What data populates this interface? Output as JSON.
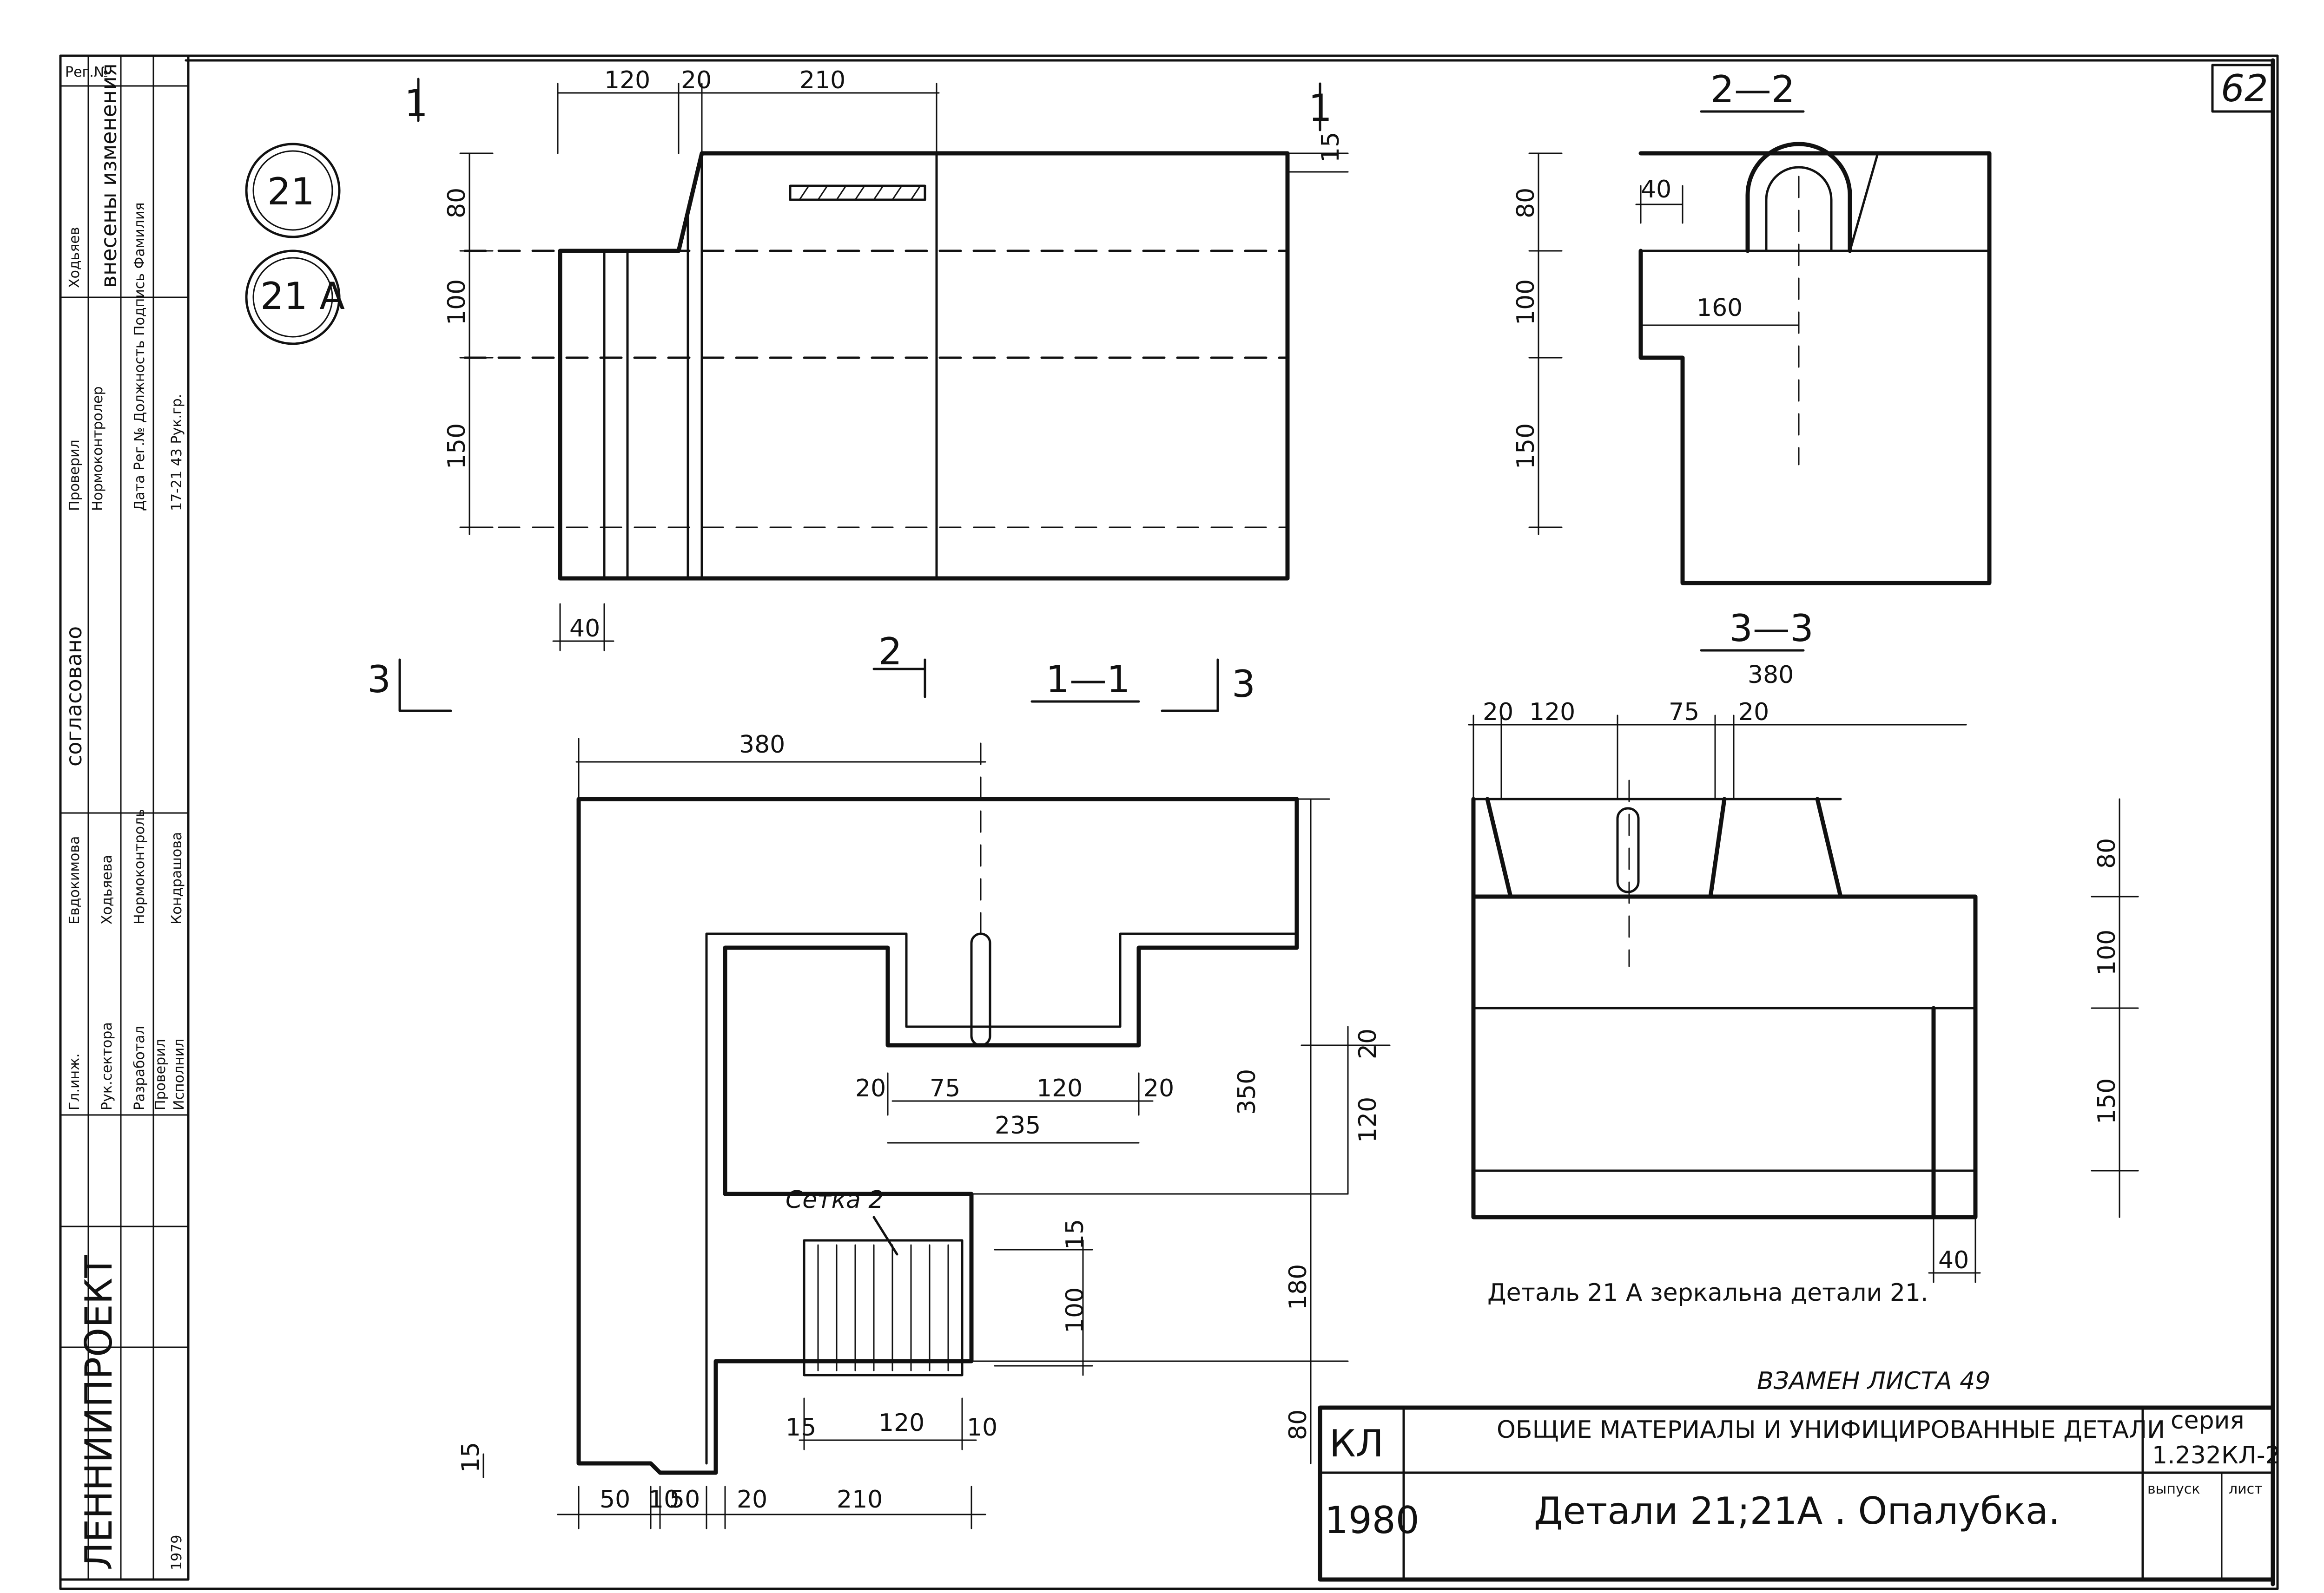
{
  "sheet": {
    "page_number": "62",
    "corner_label": "Рег.№",
    "replace_note": "ВЗАМЕН ЛИСТА 49"
  },
  "markers": [
    "21",
    "21 А"
  ],
  "views": {
    "main_left": {
      "cut_1": "1",
      "cut_1b": "1",
      "cut_2": "2",
      "cut_3_left": "3",
      "cut_3_right": "3",
      "section_label": "1—1"
    },
    "section_2_2": {
      "title": "2—2"
    },
    "section_3_3": {
      "title": "3—3",
      "caption": "Деталь 21 А зеркальна детали 21."
    }
  },
  "dimensions": {
    "top_left": [
      "120",
      "20",
      "210",
      "15",
      "80",
      "100",
      "150",
      "40"
    ],
    "section_2_2": [
      "40",
      "80",
      "100",
      "160",
      "150"
    ],
    "section_3_3": [
      "380",
      "20",
      "120",
      "75",
      "20",
      "80",
      "100",
      "150",
      "40"
    ],
    "plan": [
      "380",
      "20",
      "75",
      "120",
      "20",
      "235",
      "350",
      "20",
      "120",
      "180",
      "80",
      "15",
      "100",
      "15",
      "120",
      "10",
      "15",
      "50",
      "10",
      "50",
      "20",
      "210"
    ]
  },
  "notes": {
    "mesh_label": "Сетка 2"
  },
  "title_block": {
    "org": "ЛЕННИИПРОЕКТ",
    "code": "КЛ",
    "year": "1980",
    "description_line1": "ОБЩИЕ МАТЕРИАЛЫ И УНИФИЦИРОВАННЫЕ ДЕТАЛИ",
    "description_line2": "Детали 21;21А . Опалубка.",
    "series_label": "серия",
    "series_value": "1.232КЛ-2",
    "issue_label": "выпуск",
    "sheet_label": "лист"
  },
  "side_stamp": {
    "agreed": "согласовано",
    "changes": "внесены изменения",
    "checked": "Проверил",
    "norm_control": "Нормоконтролер",
    "change_cols": "Дата Рег.№ Должность Подпись Фамилия",
    "change_row": "17-21 43 Рук.гр.",
    "surname_1": "Ходьяев",
    "surname_2": "Евдокимова",
    "surname_3": "Ходьяева",
    "role_1": "Гл.инж.",
    "role_2": "Рук.сектора",
    "role_3": "Разработал",
    "role_4": "Проверил",
    "role_5": "Исполнил",
    "role_6": "Нормоконтроль",
    "names_col": "Кондрашова",
    "year_mark": "1979"
  },
  "colors": {
    "ink": "#111111",
    "paper": "#ffffff"
  }
}
